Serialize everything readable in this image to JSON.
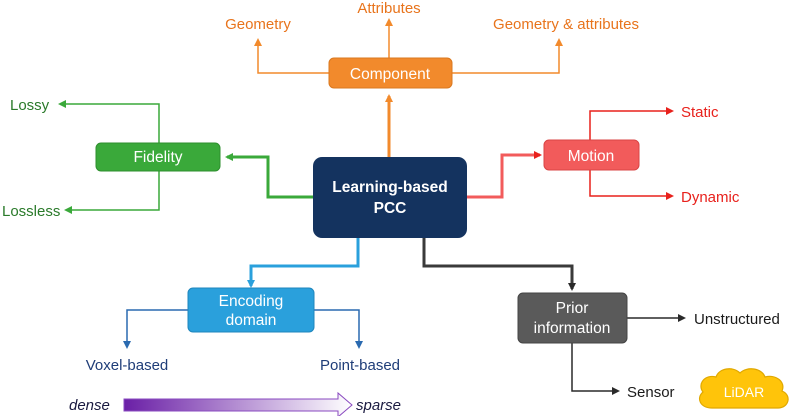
{
  "center": {
    "line1": "Learning-based",
    "line2": "PCC"
  },
  "component": {
    "label": "Component",
    "children": [
      "Geometry",
      "Attributes",
      "Geometry & attributes"
    ]
  },
  "fidelity": {
    "label": "Fidelity",
    "children": [
      "Lossy",
      "Lossless"
    ]
  },
  "motion": {
    "label": "Motion",
    "children": [
      "Static",
      "Dynamic"
    ]
  },
  "encoding": {
    "line1": "Encoding",
    "line2": "domain",
    "children": [
      "Voxel-based",
      "Point-based"
    ]
  },
  "prior": {
    "line1": "Prior",
    "line2": "information",
    "children": [
      "Unstructured",
      "Sensor"
    ],
    "badge": "LiDAR"
  },
  "gradient": {
    "left": "dense",
    "right": "sparse"
  },
  "colors": {
    "center": "#14335f",
    "component": "#f28a2c",
    "component_text": "#e8741c",
    "fidelity": "#3aa93a",
    "fidelity_text": "#2a7a2a",
    "motion": "#f25b5b",
    "motion_text": "#e8211c",
    "encoding": "#2aa0dc",
    "encoding_text": "#1f3d78",
    "prior": "#5a5a5a",
    "prior_text": "#1a1a1a",
    "badge": "#ffc40a",
    "gradient_start": "#6a1fa6",
    "gradient_end": "#ffffff"
  }
}
